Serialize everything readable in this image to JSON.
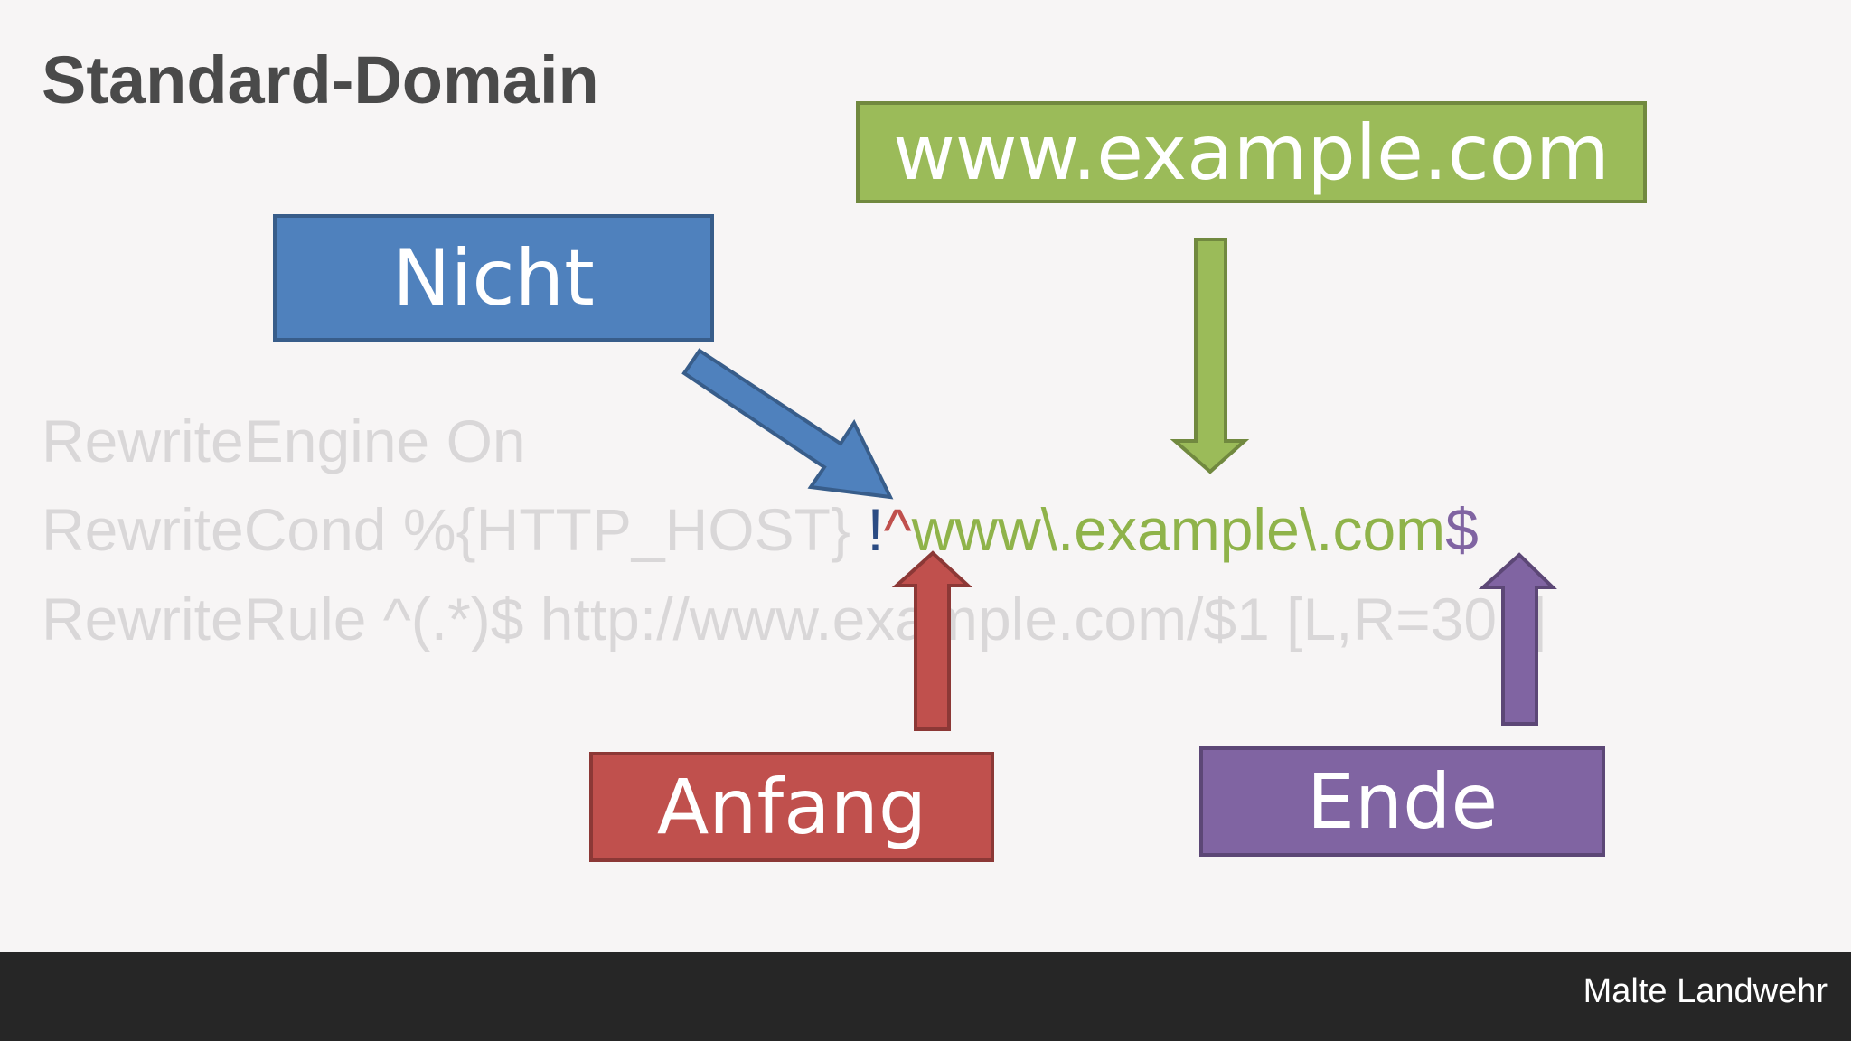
{
  "title": "Standard-Domain",
  "code": {
    "line1": "RewriteEngine On",
    "line2_prefix": "RewriteCond %{HTTP_HOST} ",
    "line2_not": "!",
    "line2_caret": "^",
    "line2_domain": "www\\.example\\.com",
    "line2_dollar": "$",
    "line3": "RewriteRule ^(.*)$ http://www.example.com/$1 [L,R=301]"
  },
  "labels": {
    "nicht": "Nicht",
    "domain": "www.example.com",
    "anfang": "Anfang",
    "ende": "Ende"
  },
  "footer": {
    "author": "Malte Landwehr"
  },
  "colors": {
    "background": "#f7f5f5",
    "blue": "#4f81bd",
    "green": "#9bbb59",
    "red": "#c0504d",
    "purple": "#8064a2",
    "footer": "#262626",
    "code_faded": "#d9d7d8"
  }
}
